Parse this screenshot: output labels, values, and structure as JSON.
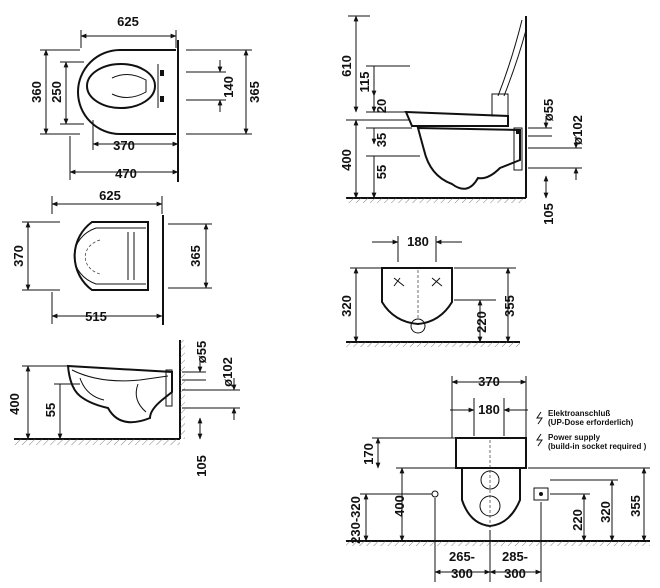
{
  "views": {
    "top_view_1": {
      "width": "625",
      "depth": "360",
      "inner_depth": "250",
      "bolt_spacing": "140",
      "rear_width": "365",
      "seat_length": "370",
      "overall_length": "470"
    },
    "top_view_2": {
      "width": "625",
      "depth": "370",
      "rear_width": "365",
      "length": "515"
    },
    "side_view_low": {
      "height": "400",
      "rim_offset": "55",
      "outlet_dia": "ø55",
      "waste_dia": "ø102",
      "waste_height": "105"
    },
    "side_view_seat": {
      "total_height": "610",
      "seat_top": "115",
      "seat_gap": "20",
      "mid": "35",
      "height": "400",
      "rim_offset": "55",
      "outlet_dia": "ø55",
      "waste_dia": "ø102",
      "waste_height": "105"
    },
    "front_view": {
      "bolt_spacing": "180",
      "height_a": "320",
      "height_b": "220",
      "height_c": "355"
    },
    "installation_view": {
      "outer_width": "370",
      "bolt_spacing": "180",
      "height_170": "170",
      "height_400": "400",
      "range_left": "230-320",
      "height_220": "220",
      "height_320": "320",
      "height_355": "355",
      "left_range_top": "265-",
      "left_range_bottom": "300",
      "right_range_top": "285-",
      "right_range_bottom": "300"
    }
  },
  "notes": {
    "de_line1": "Elektroanschluß",
    "de_line2": "(UP-Dose erforderlich)",
    "en_line1": "Power supply",
    "en_line2": "(build-in socket required )"
  }
}
